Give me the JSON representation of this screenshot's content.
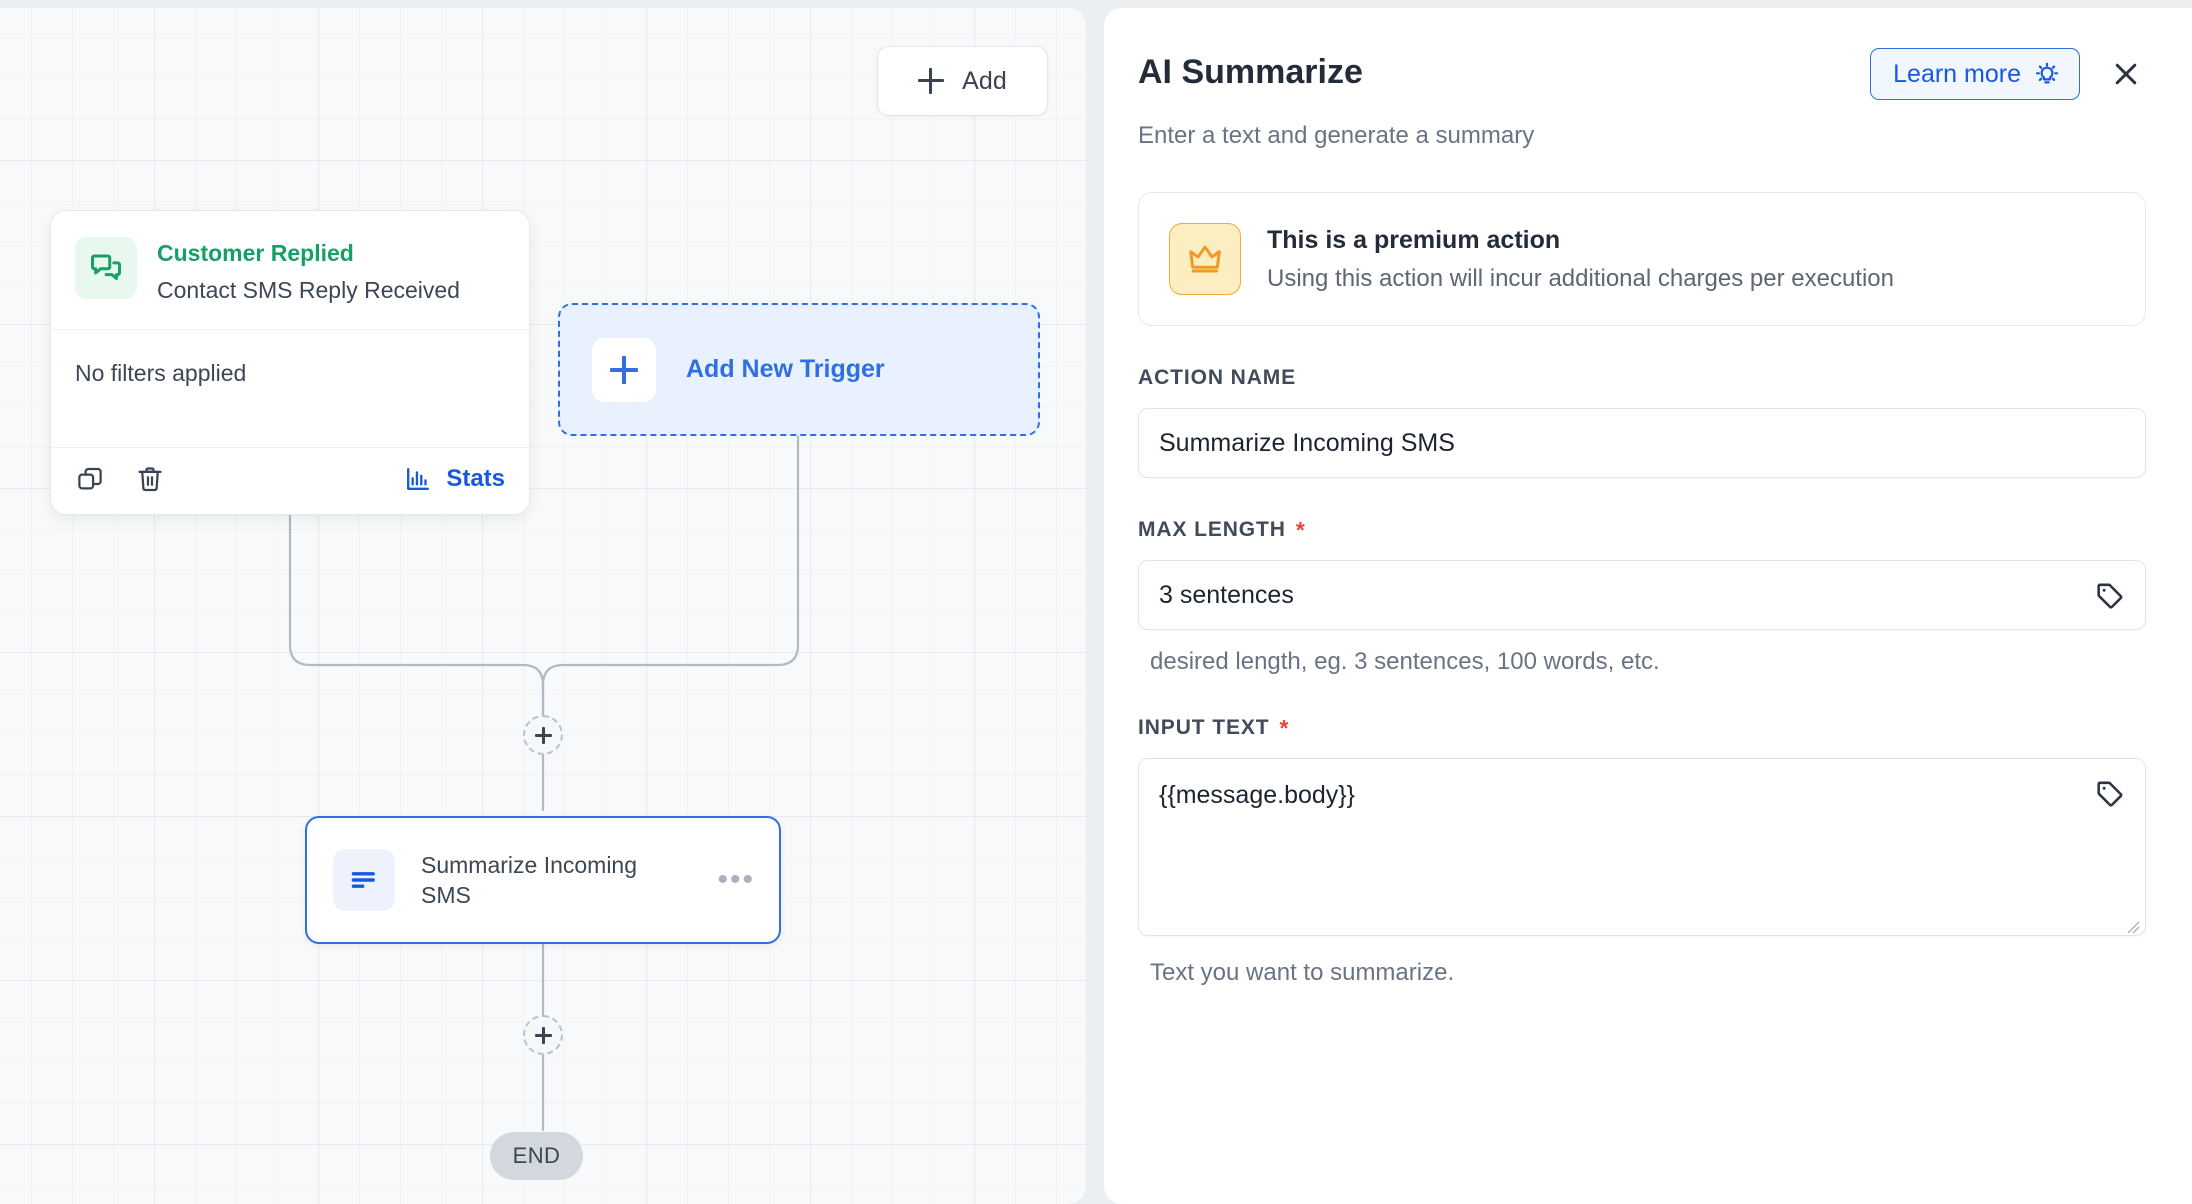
{
  "canvas": {
    "add_button": {
      "label": "Add",
      "icon": "plus-icon"
    },
    "trigger_card": {
      "icon": "chat-bubbles-icon",
      "title": "Customer Replied",
      "subtitle": "Contact SMS Reply Received",
      "filters_text": "No filters applied",
      "copy_icon": "copy-icon",
      "delete_icon": "trash-icon",
      "stats_icon": "bar-chart-icon",
      "stats_label": "Stats",
      "title_color": "#16a065",
      "stats_color": "#1858e0"
    },
    "add_new_trigger": {
      "label": "Add New Trigger",
      "icon": "plus-icon",
      "accent_color": "#2f6fe4"
    },
    "action_node": {
      "icon": "text-lines-icon",
      "label": "Summarize Incoming SMS",
      "more_icon": "ellipsis-icon",
      "more_label": "•••",
      "border_color": "#2f6fe4"
    },
    "plus_handles": [
      {
        "name": "add-step-above",
        "icon": "plus-icon"
      },
      {
        "name": "add-step-below",
        "icon": "plus-icon"
      }
    ],
    "end_node": {
      "label": "END"
    }
  },
  "panel": {
    "title": "AI Summarize",
    "subtitle": "Enter a text and generate a summary",
    "learn_more": {
      "label": "Learn more",
      "icon": "lightbulb-icon",
      "color": "#1858e0"
    },
    "close": {
      "icon": "close-icon"
    },
    "premium_banner": {
      "icon": "crown-icon",
      "title": "This is a premium action",
      "subtitle": "Using this action will incur additional charges per execution",
      "accent_color": "#f1ab3c",
      "background_color": "#fdeec2"
    },
    "fields": {
      "action_name": {
        "label": "ACTION NAME",
        "required": false,
        "value": "Summarize Incoming SMS",
        "placeholder": ""
      },
      "max_length": {
        "label": "MAX LENGTH",
        "required": true,
        "required_marker": "*",
        "value": "3 sentences",
        "placeholder": "",
        "help": "desired length, eg. 3 sentences, 100 words, etc.",
        "tag_icon": "tag-icon"
      },
      "input_text": {
        "label": "INPUT TEXT",
        "required": true,
        "required_marker": "*",
        "value": "{{message.body}}",
        "placeholder": "",
        "help": "Text you want to summarize.",
        "tag_icon": "tag-icon"
      }
    }
  }
}
